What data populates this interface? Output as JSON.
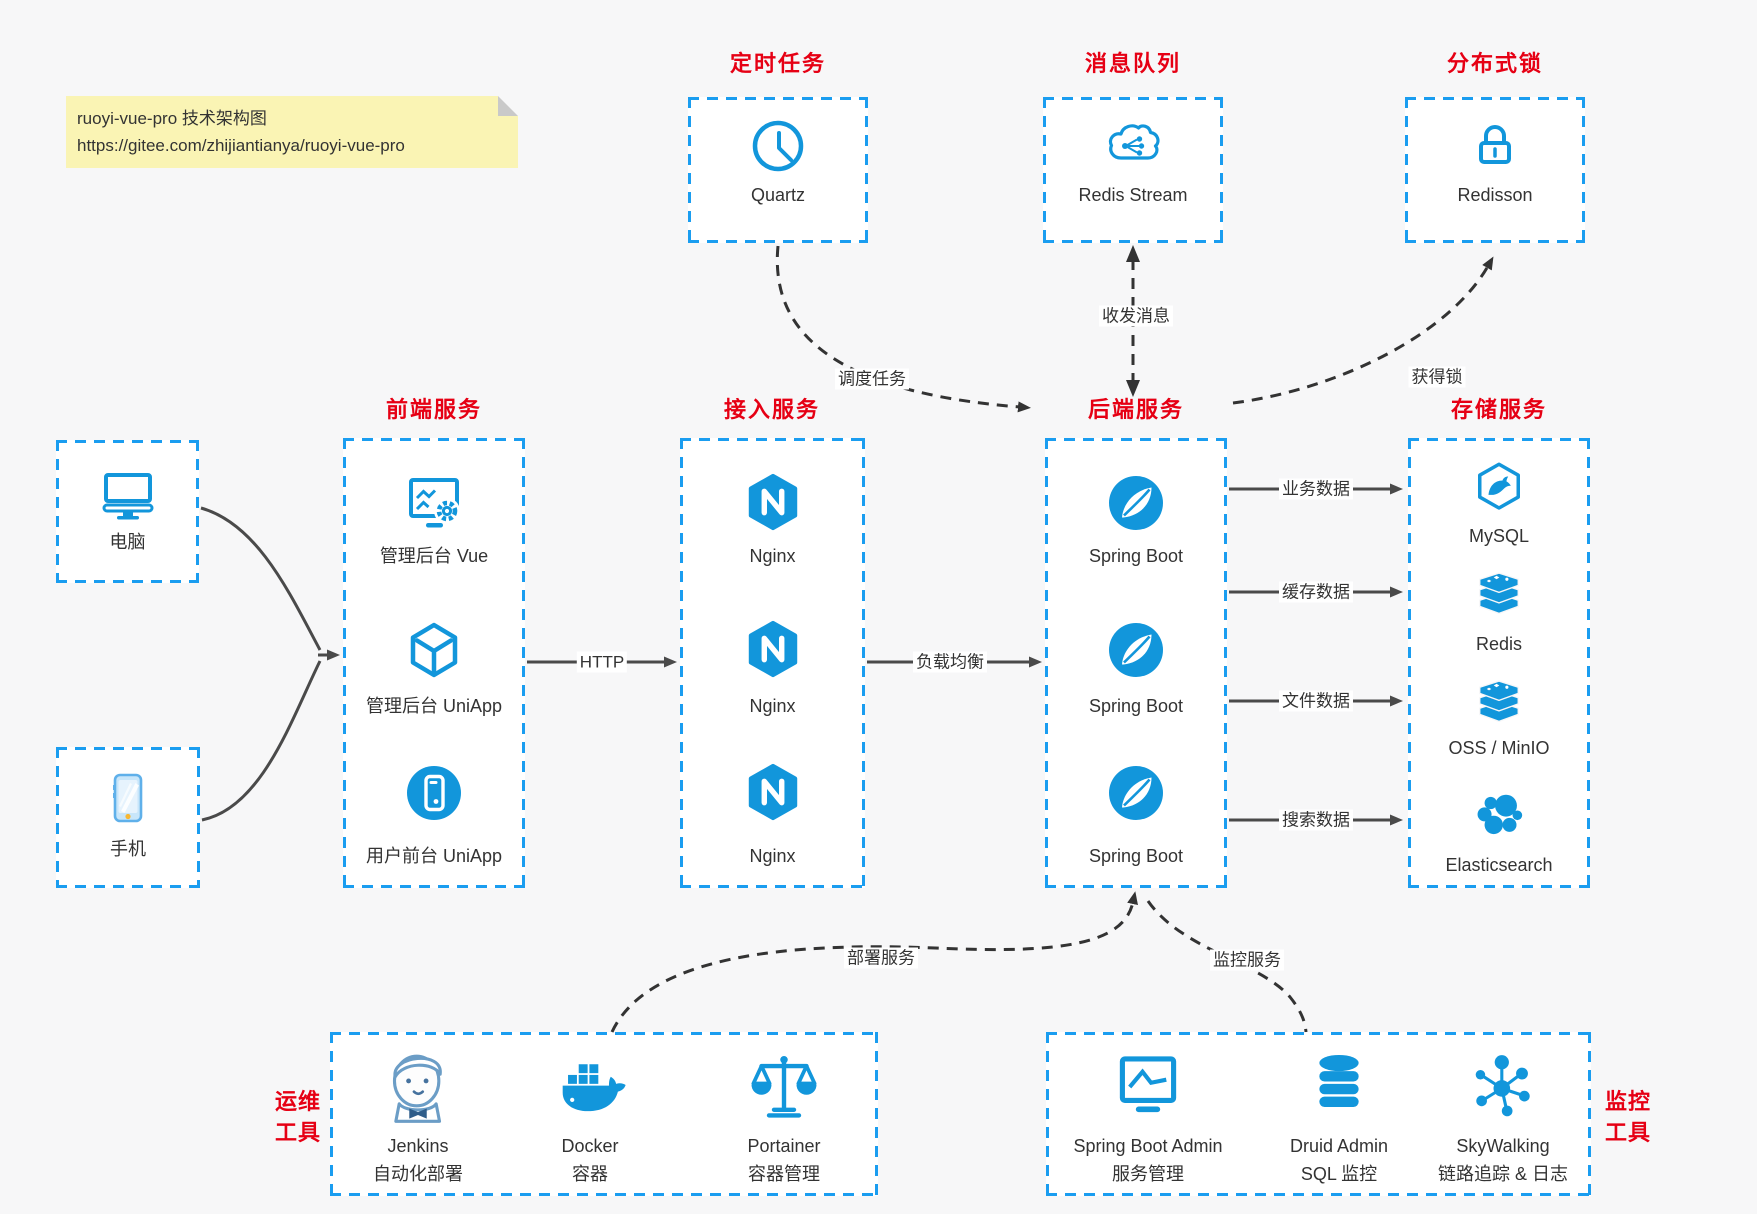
{
  "note": {
    "line1": "ruoyi-vue-pro 技术架构图",
    "line2": "https://gitee.com/zhijiantianya/ruoyi-vue-pro"
  },
  "top": {
    "scheduler": {
      "title": "定时任务",
      "item": "Quartz"
    },
    "mq": {
      "title": "消息队列",
      "item": "Redis Stream"
    },
    "lock": {
      "title": "分布式锁",
      "item": "Redisson"
    }
  },
  "clients": {
    "pc": "电脑",
    "mobile": "手机"
  },
  "frontend": {
    "title": "前端服务",
    "items": [
      "管理后台 Vue",
      "管理后台 UniApp",
      "用户前台 UniApp"
    ]
  },
  "access": {
    "title": "接入服务",
    "items": [
      "Nginx",
      "Nginx",
      "Nginx"
    ]
  },
  "backend": {
    "title": "后端服务",
    "items": [
      "Spring Boot",
      "Spring Boot",
      "Spring Boot"
    ]
  },
  "storage": {
    "title": "存储服务",
    "items": [
      "MySQL",
      "Redis",
      "OSS / MinIO",
      "Elasticsearch"
    ]
  },
  "edges": {
    "http": "HTTP",
    "lb": "负载均衡",
    "biz": "业务数据",
    "cache": "缓存数据",
    "file": "文件数据",
    "search": "搜索数据",
    "schedule": "调度任务",
    "message": "收发消息",
    "acquire_lock": "获得锁",
    "deploy": "部署服务",
    "monitor": "监控服务"
  },
  "ops": {
    "side_line1": "运维",
    "side_line2": "工具",
    "items": [
      {
        "name": "Jenkins",
        "desc": "自动化部署"
      },
      {
        "name": "Docker",
        "desc": "容器"
      },
      {
        "name": "Portainer",
        "desc": "容器管理"
      }
    ]
  },
  "monitoring": {
    "side_line1": "监控",
    "side_line2": "工具",
    "items": [
      {
        "name": "Spring Boot Admin",
        "desc": "服务管理"
      },
      {
        "name": "Druid Admin",
        "desc": "SQL 监控"
      },
      {
        "name": "SkyWalking",
        "desc": "链路追踪 & 日志"
      }
    ]
  },
  "colors": {
    "accent_blue": "#1296db",
    "border_blue": "#1a9df0",
    "title_red": "#e60014",
    "arrow_gray": "#4a4a4a",
    "dashed_arrow": "#333333",
    "note_yellow": "#faf4b4",
    "background": "#f7f7f8"
  }
}
